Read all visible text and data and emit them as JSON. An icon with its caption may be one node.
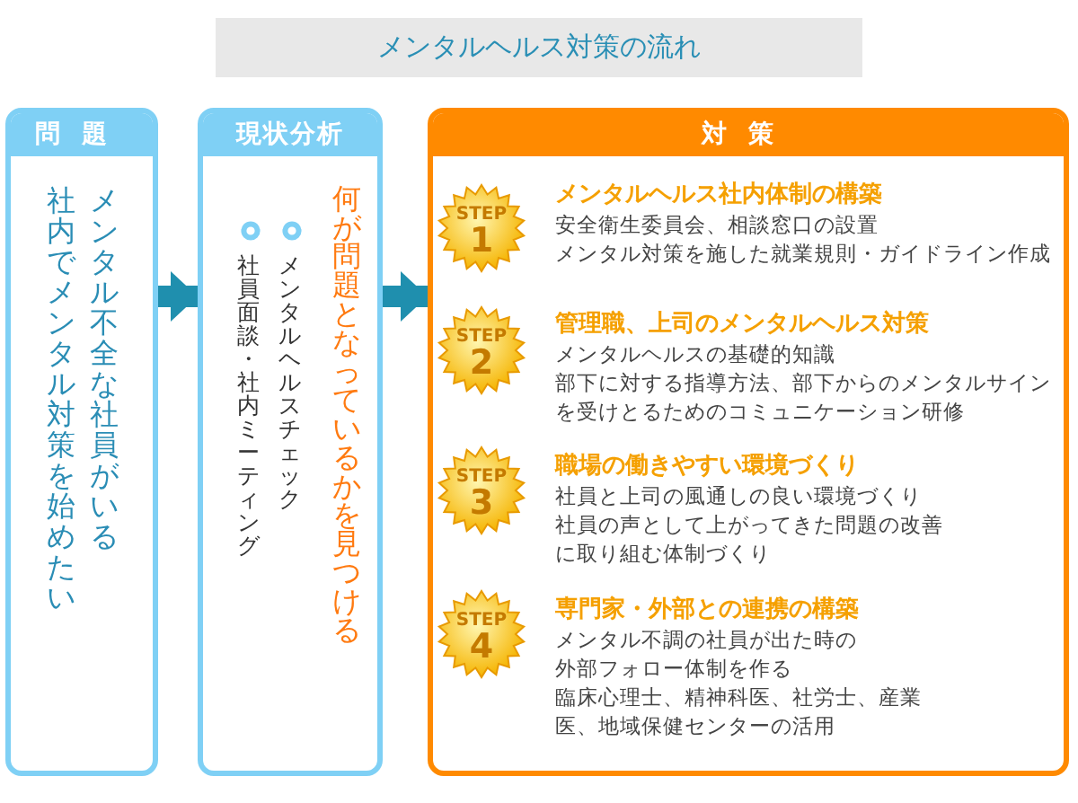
{
  "diagram": {
    "title": "メンタルヘルス対策の流れ",
    "nodes": [
      {
        "text": [
          "問題",
          "社内でメンタル対策を始めたい",
          "メンタル不全な社員がいる"
        ]
      },
      {
        "text": [
          "現状分析",
          "社員面談・社内ミーティング",
          "メンタルヘルスチェック",
          "何が問題となっているかを見つける"
        ]
      },
      {
        "text": [
          "対策"
        ]
      },
      {
        "text": [
          "STEP",
          "1"
        ],
        "in": 2,
        "beside": [
          "メンタルヘルス社内体制の構築",
          "安全衛生委員会、相談窓口の設置",
          "メンタル対策を施した就業規則・ガイドライン作成"
        ]
      },
      {
        "text": [
          "STEP",
          "2"
        ],
        "in": 2,
        "beside": [
          "管理職、上司のメンタルヘルス対策",
          "メンタルヘルスの基礎的知識",
          "部下に対する指導方法、部下からのメンタルサインを受けとるためのコミュニケーション研修"
        ]
      },
      {
        "text": [
          "STEP",
          "3"
        ],
        "in": 2,
        "beside": [
          "職場の働きやすい環境づくり",
          "社員と上司の風通しの良い環境づくり",
          "社員の声として上がってきた問題の改善に取り組む体制づくり"
        ]
      },
      {
        "text": [
          "STEP",
          "4"
        ],
        "in": 2,
        "beside": [
          "専門家・外部との連携の構築",
          "メンタル不調の社員が出た時の外部フォロー体制を作る",
          "臨床心理士、精神科医、社労士、産業医、地域保健センターの活用"
        ]
      }
    ],
    "edges": [
      {
        "from": 0,
        "to": 1,
        "arrow": "to"
      },
      {
        "from": 1,
        "to": 2,
        "arrow": "to"
      }
    ]
  }
}
